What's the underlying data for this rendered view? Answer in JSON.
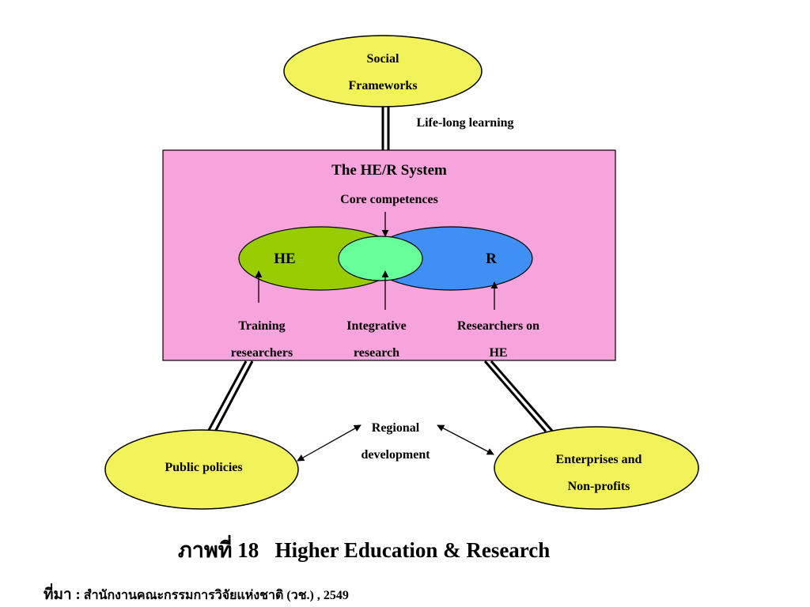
{
  "diagram": {
    "social": {
      "line1": "Social",
      "line2": "Frameworks"
    },
    "lifelong": "Life-long learning",
    "system_title": "The HE/R System",
    "core": "Core competences",
    "he": "HE",
    "r": "R",
    "training": {
      "line1": "Training",
      "line2": "researchers"
    },
    "integrative": {
      "line1": "Integrative",
      "line2": "research"
    },
    "researchers_on": {
      "line1": "Researchers on",
      "line2": "HE"
    },
    "regional": {
      "line1": "Regional",
      "line2": "development"
    },
    "public": "Public policies",
    "enterprises": {
      "line1": "Enterprises and",
      "line2": "Non-profits"
    }
  },
  "colors": {
    "ellipse_yellow": "#f2f25a",
    "box_pink": "#f7a3dc",
    "he_green": "#99cc00",
    "r_blue": "#3f8ff5",
    "overlap_green": "#66ff99"
  },
  "caption": {
    "figure_label": "ภาพที่ 18",
    "figure_title": "Higher Education & Research",
    "source_label": "ที่มา :",
    "source_text": "สำนักงานคณะกรรมการวิจัยแห่งชาติ (วช.) , 2549"
  }
}
